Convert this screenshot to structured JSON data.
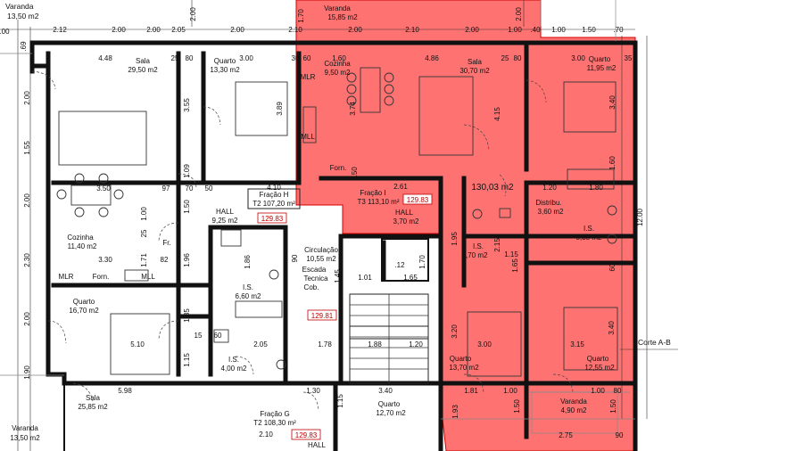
{
  "highlight_color": "#ff4a4a",
  "badge_color": "#c00000",
  "rooms": {
    "varanda_tl": {
      "name": "Varanda",
      "area": "13,50 m2"
    },
    "varanda_top": {
      "name": "Varanda",
      "area": "15,85 m2"
    },
    "sala_h": {
      "name": "Sala",
      "area": "29,50 m2"
    },
    "quarto_h1": {
      "name": "Quarto",
      "area": "13,30 m2"
    },
    "cozinha_i": {
      "name": "Cozinha",
      "area": "9,50 m2"
    },
    "sala_i": {
      "name": "Sala",
      "area": "30,70 m2"
    },
    "quarto_i1": {
      "name": "Quarto",
      "area": "11,95 m2"
    },
    "hall_h": {
      "name": "HALL",
      "area": "9,25 m2"
    },
    "cozinha_h": {
      "name": "Cozinha",
      "area": "11,40 m2"
    },
    "hall_i": {
      "name": "HALL",
      "area": "3,70 m2"
    },
    "distribu": {
      "name": "Distribu.",
      "area": "3,60 m2"
    },
    "is_i1": {
      "name": "I.S.",
      "area": "5,35 m2"
    },
    "circ": {
      "name": "Circulação",
      "area": "10,55 m2"
    },
    "escada": {
      "name1": "Escada",
      "name2": "Tecnica",
      "name3": "Cob."
    },
    "is_h1": {
      "name": "I.S.",
      "area": "6,60 m2"
    },
    "is_i2": {
      "name": "I.S.",
      "area": "4,70 m2"
    },
    "quarto_h2": {
      "name": "Quarto",
      "area": "16,70 m2"
    },
    "is_h2": {
      "name": "I.S.",
      "area": "4,00 m2"
    },
    "quarto_i2": {
      "name": "Quarto",
      "area": "13,70 m2"
    },
    "quarto_i3": {
      "name": "Quarto",
      "area": "12,55 m2"
    },
    "sala_g": {
      "name": "Sala",
      "area": "25,85 m2"
    },
    "quarto_g": {
      "name": "Quarto",
      "area": "12,70 m2"
    },
    "varanda_bl": {
      "name": "Varanda",
      "area": "13,50 m2"
    },
    "varanda_br": {
      "name": "Varanda",
      "area": "4,90 m2"
    },
    "hall_g": {
      "name": "HALL"
    }
  },
  "fracoes": {
    "h": {
      "title": "Fração H",
      "subtitle": "T2 107,20 m²",
      "badge": "129.83"
    },
    "i": {
      "title": "Fração I",
      "subtitle": "T3 113,10 m²",
      "badge": "129.83"
    },
    "g": {
      "title": "Fração G",
      "subtitle": "T2 108,30 m²",
      "badge": "129.83"
    },
    "circ_badge": "129.81",
    "overlay_area": "130,03 m2"
  },
  "labels": {
    "mlr": "MLR",
    "mll": "MLL",
    "forn": "Forn.",
    "fr": "Fr.",
    "corte": "Corte A-B"
  },
  "dims_top": [
    "2.12",
    "2.00",
    "2.00",
    "2.05",
    "2.00",
    "2.10",
    "2.00",
    "2.10",
    "2.00",
    "1.00",
    ".40",
    "1.00",
    "1.50",
    ".70",
    ".00"
  ],
  "dims_misc": {
    "d448": "4.48",
    "d25": "25",
    "d80": "80",
    "d300": "3.00",
    "d30a": "30",
    "d60": "60",
    "d160": "1.60",
    "d486": "4.86",
    "d25b": "25",
    "d80b": "80",
    "d300b": "3.00",
    "d35": "35",
    "d170v": "1.70",
    "d200v": "2.00",
    "d69": ".69",
    "d200l": "2.00",
    "d155": "1.55",
    "d200l2": "2.00",
    "d230": "2.30",
    "d200l3": "2.00",
    "d190": "1.90",
    "d355": "3.55",
    "d389": "3.89",
    "d109": "1.09",
    "d374": "3.74",
    "d415": "4.15",
    "d340": "3.40",
    "d160v": "1.60",
    "d350": "3.50",
    "d97": "97",
    "d70": "70",
    "d50": "50",
    "d410": "4.10",
    "d150a": "1.50",
    "d261": "2.61",
    "d120": "1.20",
    "d180": "1.80",
    "d1200": "12.00",
    "d100": "1.00",
    "d25c": "25",
    "d150b": "1.50",
    "d196": "1.96",
    "d171": "1.71",
    "d82": "82",
    "d330": "3.30",
    "d186": "1.86",
    "d90": "90",
    "d12": ".12",
    "d170": "1.70",
    "d101": "1.01",
    "d165": "1.65",
    "d145": "1.45",
    "d185": "1.85",
    "d195": "1.95",
    "d215": "2.15",
    "d115": "1.15",
    "d165b": "1.65",
    "d510": "5.10",
    "d15": "15",
    "d60b": "60",
    "d205": "2.05",
    "d178": "1.78",
    "d188": "1.88",
    "d120b": "1.20",
    "d320": "3.20",
    "d300c": "3.00",
    "d315": "3.15",
    "d340b": "3.40",
    "d115b": "1.15",
    "d598": "5.98",
    "d130": "1.30",
    "d115c": "1.15",
    "d340c": "3.40",
    "d181": "1.81",
    "d100b": "1.00",
    "d100c": "1.00",
    "d150c": "1.50",
    "d80c": "80",
    "d193": "1.93",
    "d150d": "1.50",
    "d210": "2.10",
    "d275": "2.75",
    "d90b": "90",
    "d60c": "60"
  }
}
